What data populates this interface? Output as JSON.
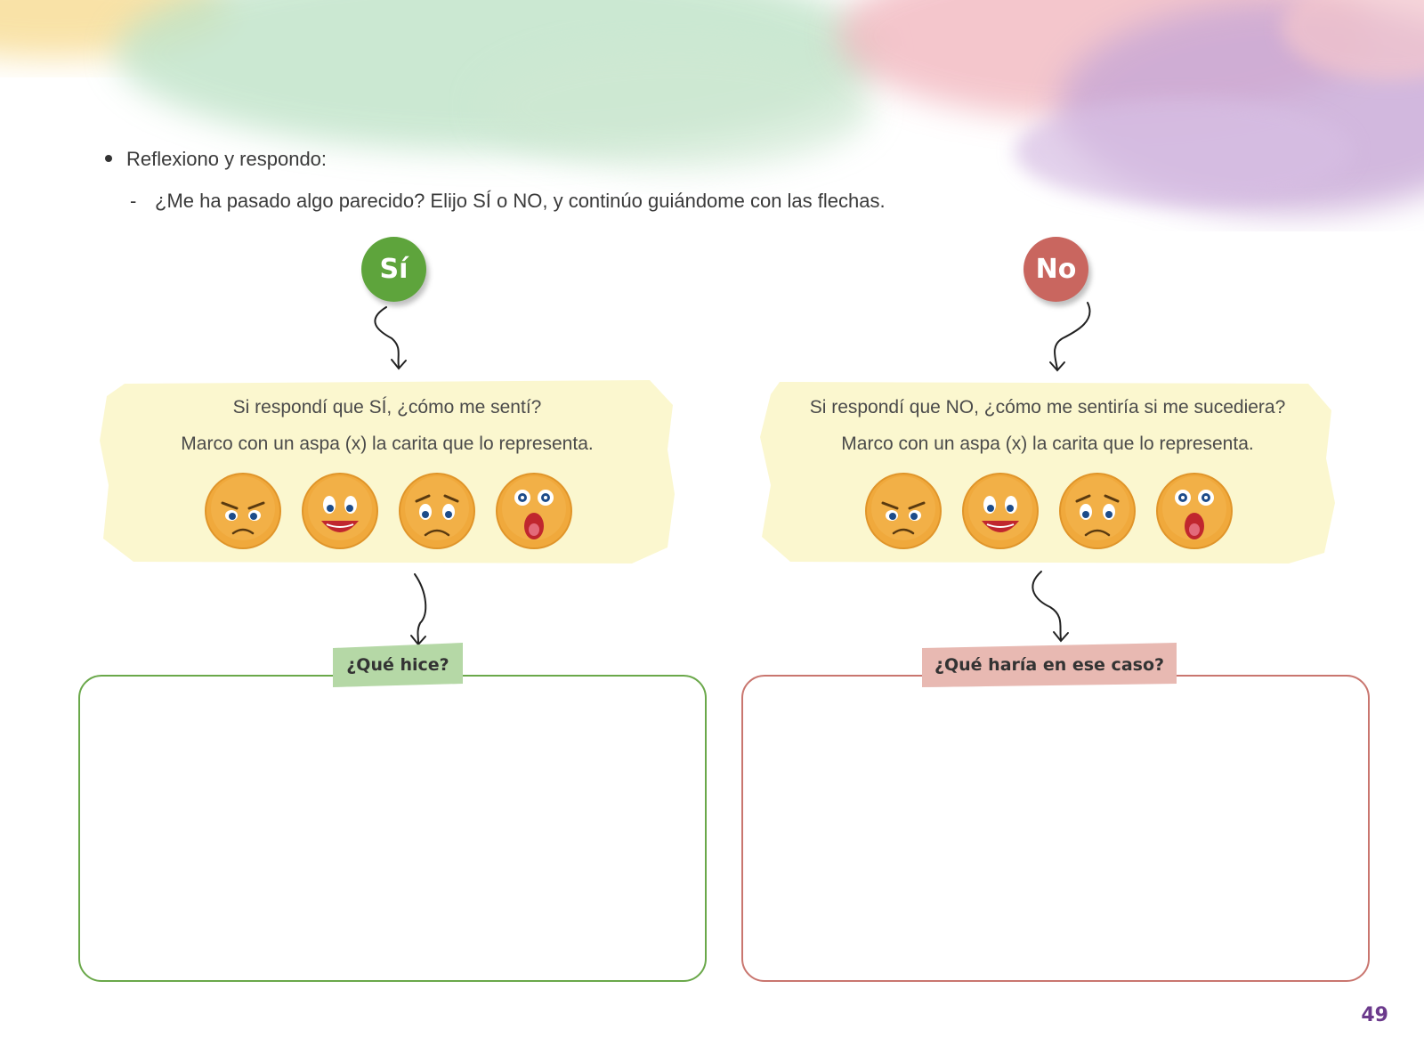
{
  "instructions": {
    "bullet": "Reflexiono y respondo:",
    "sub": "¿Me ha pasado algo parecido? Elijo SÍ o NO, y continúo guiándome con las flechas."
  },
  "choices": {
    "yes_label": "Sí",
    "no_label": "No",
    "yes_color": "#5ea43c",
    "no_color": "#c9665f"
  },
  "left_panel": {
    "question": "Si respondí que SÍ, ¿cómo me sentí?",
    "instruction": "Marco con un aspa (x) la carita que lo representa.",
    "faces": [
      "angry-face-icon",
      "happy-face-icon",
      "sad-face-icon",
      "surprised-face-icon"
    ]
  },
  "right_panel": {
    "question": "Si respondí que NO, ¿cómo me sentiría si me sucediera?",
    "instruction": "Marco con un aspa (x) la carita que lo representa.",
    "faces": [
      "angry-face-icon",
      "happy-face-icon",
      "sad-face-icon",
      "surprised-face-icon"
    ]
  },
  "left_box": {
    "tab_label": "¿Qué hice?"
  },
  "right_box": {
    "tab_label": "¿Qué haría en ese caso?"
  },
  "page_number": "49"
}
